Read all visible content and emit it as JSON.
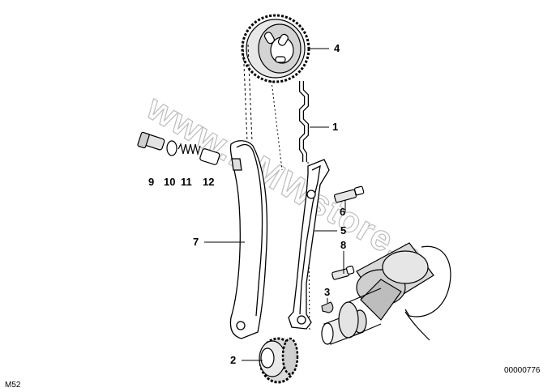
{
  "diagram": {
    "part_labels": {
      "p1": "1",
      "p2": "2",
      "p3": "3",
      "p4": "4",
      "p5": "5",
      "p6": "6",
      "p7": "7",
      "p8": "8",
      "p9": "9",
      "p10": "10",
      "p11": "11",
      "p12": "12"
    },
    "model_code": "M52",
    "image_number": "00000776",
    "watermark": "www.BMWstore.pl"
  }
}
